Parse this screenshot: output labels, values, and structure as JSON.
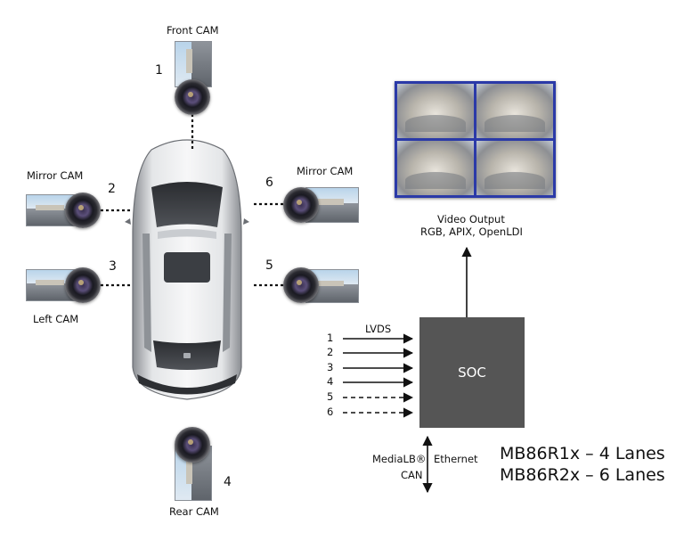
{
  "cameras": {
    "front": {
      "label": "Front CAM",
      "number": "1"
    },
    "mirror_left": {
      "label": "Mirror CAM",
      "number": "2"
    },
    "left": {
      "label": "Left CAM",
      "number": "3"
    },
    "rear": {
      "label": "Rear CAM",
      "number": "4"
    },
    "right": {
      "number": "5"
    },
    "mirror_right": {
      "label": "Mirror CAM",
      "number": "6"
    }
  },
  "soc": {
    "label": "SOC",
    "inputs_title": "LVDS",
    "inputs": [
      {
        "number": "1",
        "style": "solid"
      },
      {
        "number": "2",
        "style": "solid"
      },
      {
        "number": "3",
        "style": "solid"
      },
      {
        "number": "4",
        "style": "solid"
      },
      {
        "number": "5",
        "style": "dashed"
      },
      {
        "number": "6",
        "style": "dashed"
      }
    ]
  },
  "video_output": {
    "title": "Video Output",
    "formats": "RGB, APIX, OpenLDI"
  },
  "bus": {
    "left_top": "MediaLB®",
    "left_bottom": "CAN",
    "right": "Ethernet"
  },
  "models": [
    "MB86R1x – 4 Lanes",
    "MB86R2x – 6 Lanes"
  ],
  "colors": {
    "soc_fill": "#555555",
    "video_frame": "#2b3aa8"
  }
}
